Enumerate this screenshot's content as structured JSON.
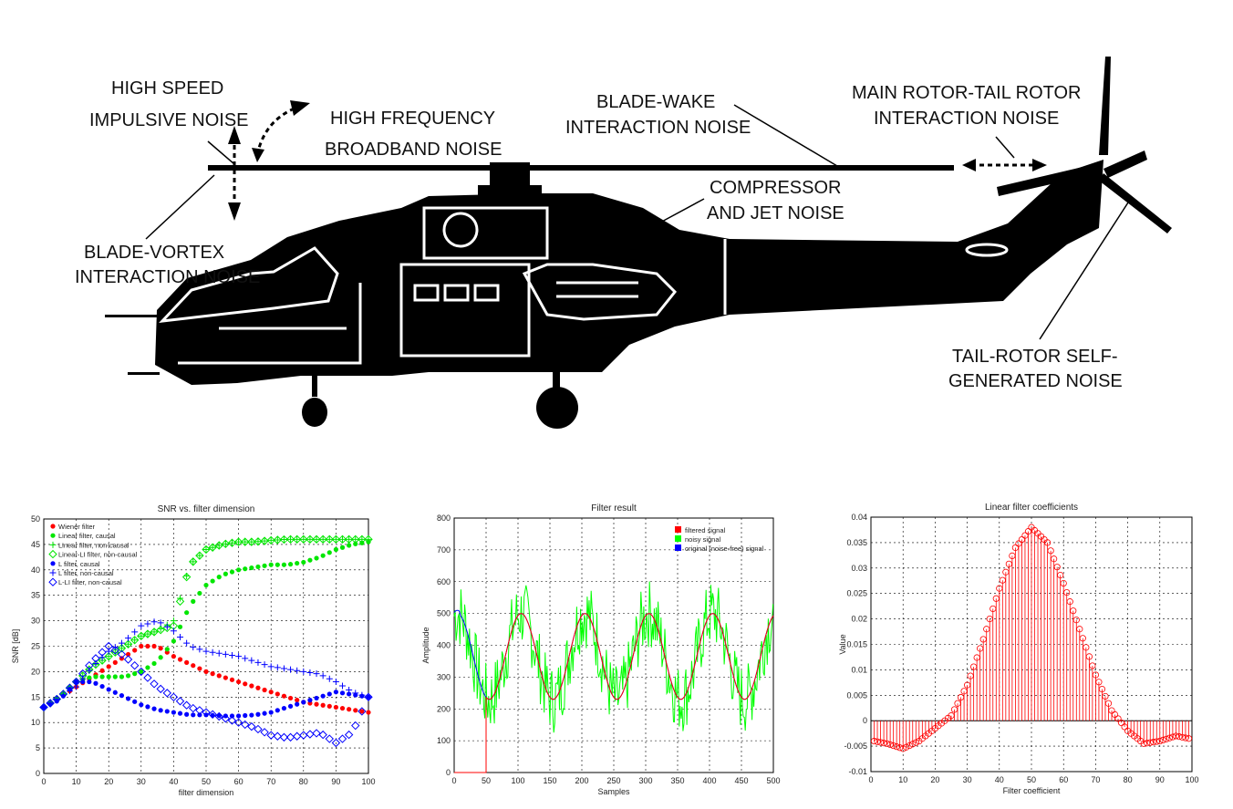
{
  "diagram": {
    "labels": {
      "high_speed_1": "HIGH SPEED",
      "high_speed_2": "IMPULSIVE NOISE",
      "high_freq_1": "HIGH FREQUENCY",
      "high_freq_2": "BROADBAND NOISE",
      "blade_wake_1": "BLADE-WAKE",
      "blade_wake_2": "INTERACTION NOISE",
      "main_tail_1": "MAIN ROTOR-TAIL ROTOR",
      "main_tail_2": "INTERACTION NOISE",
      "compressor_1": "COMPRESSOR",
      "compressor_2": "AND JET NOISE",
      "bvi_1": "BLADE-VORTEX",
      "bvi_2": "INTERACTION NOISE",
      "tail_rotor_1": "TAIL-ROTOR SELF-",
      "tail_rotor_2": "GENERATED NOISE"
    }
  },
  "chart_data": [
    {
      "type": "scatter",
      "title": "SNR vs. filter dimension",
      "xlabel": "filter dimension",
      "ylabel": "SNR [dB]",
      "xlim": [
        0,
        100
      ],
      "ylim": [
        0,
        50
      ],
      "xticks": [
        0,
        10,
        20,
        30,
        40,
        50,
        60,
        70,
        80,
        90,
        100
      ],
      "yticks": [
        0,
        5,
        10,
        15,
        20,
        25,
        30,
        35,
        40,
        45,
        50
      ],
      "grid": true,
      "legend_position": "top-left",
      "series": [
        {
          "name": "Wiener filter",
          "color": "#ff0000",
          "marker": "dot",
          "x": [
            0,
            5,
            10,
            15,
            20,
            25,
            30,
            35,
            40,
            45,
            50,
            55,
            60,
            65,
            70,
            75,
            80,
            85,
            90,
            95,
            100
          ],
          "y": [
            13,
            15,
            17,
            19,
            21,
            23,
            25,
            25,
            23,
            21.5,
            20,
            19,
            18,
            17,
            16,
            15,
            14,
            13.5,
            13,
            12.5,
            12
          ]
        },
        {
          "name": "Linear filter, causal",
          "color": "#00e600",
          "marker": "dot",
          "x": [
            0,
            5,
            10,
            15,
            20,
            25,
            30,
            35,
            40,
            45,
            50,
            55,
            60,
            65,
            70,
            75,
            80,
            85,
            90,
            95,
            100
          ],
          "y": [
            13,
            15,
            18,
            19,
            19,
            19,
            20,
            22,
            26,
            33,
            37,
            39,
            40,
            40.5,
            41,
            41,
            41.5,
            42.5,
            44,
            45,
            45.5
          ]
        },
        {
          "name": "Linear filter, non-causal",
          "color": "#00e600",
          "marker": "plus",
          "x": [
            0,
            5,
            10,
            15,
            20,
            25,
            30,
            35,
            40,
            45,
            50,
            55,
            60,
            65,
            70,
            75,
            80,
            85,
            90,
            95,
            100
          ],
          "y": [
            13,
            15,
            18,
            21,
            23,
            25,
            27,
            28,
            30,
            41,
            44,
            45,
            45.5,
            45.5,
            45.8,
            46,
            46,
            46,
            46,
            46,
            46
          ]
        },
        {
          "name": "Linear-LI filter, non-causal",
          "color": "#00e600",
          "marker": "diamond",
          "x": [
            0,
            5,
            10,
            15,
            20,
            25,
            30,
            35,
            40,
            45,
            50,
            55,
            60,
            65,
            70,
            75,
            80,
            85,
            90,
            95,
            100
          ],
          "y": [
            13,
            15,
            18,
            21,
            23,
            25,
            27,
            28,
            29,
            41,
            44,
            45,
            45.5,
            45.5,
            45.8,
            46,
            46,
            46,
            46,
            46,
            46
          ]
        },
        {
          "name": "L filter, causal",
          "color": "#0000ff",
          "marker": "dot",
          "x": [
            0,
            5,
            10,
            15,
            20,
            25,
            30,
            35,
            40,
            45,
            50,
            55,
            60,
            65,
            70,
            75,
            80,
            85,
            90,
            95,
            100
          ],
          "y": [
            13,
            14.5,
            18,
            18,
            16.5,
            15,
            13.5,
            12.5,
            12,
            11.5,
            11.5,
            11.3,
            11.3,
            11.5,
            12,
            13,
            14,
            15,
            16,
            15.5,
            15
          ]
        },
        {
          "name": "L filter, non-causal",
          "color": "#0000ff",
          "marker": "plus",
          "x": [
            0,
            5,
            10,
            15,
            20,
            25,
            30,
            35,
            40,
            45,
            50,
            55,
            60,
            65,
            70,
            75,
            80,
            85,
            90,
            95,
            100
          ],
          "y": [
            13,
            15,
            17,
            21,
            24,
            26,
            29,
            30,
            28,
            25,
            24,
            23.5,
            23,
            22,
            21,
            20.5,
            20,
            19.5,
            18,
            16,
            15
          ]
        },
        {
          "name": "L-LI filter, non-causal",
          "color": "#0000ff",
          "marker": "diamond",
          "x": [
            0,
            5,
            10,
            15,
            20,
            25,
            30,
            35,
            40,
            45,
            50,
            55,
            60,
            65,
            70,
            75,
            80,
            85,
            90,
            95,
            100
          ],
          "y": [
            13,
            15,
            18,
            22,
            25,
            23,
            20,
            17,
            15,
            13,
            12,
            11,
            10,
            9,
            7.5,
            7,
            7.5,
            8,
            6,
            8,
            15
          ]
        }
      ]
    },
    {
      "type": "line",
      "title": "Filter result",
      "xlabel": "Samples",
      "ylabel": "Amplitude",
      "xlim": [
        0,
        500
      ],
      "ylim": [
        0,
        800
      ],
      "xticks": [
        0,
        50,
        100,
        150,
        200,
        250,
        300,
        350,
        400,
        450,
        500
      ],
      "yticks": [
        0,
        100,
        200,
        300,
        400,
        500,
        600,
        700,
        800
      ],
      "grid": true,
      "legend_position": "top-right",
      "series": [
        {
          "name": "filtered signal",
          "color": "#ff0000",
          "x_start": 50,
          "x_end": 500,
          "mean": 365,
          "amp": 135,
          "period": 100,
          "phase_x": 105
        },
        {
          "name": "noisy signal",
          "color": "#00ff00",
          "x_start": 0,
          "x_end": 500,
          "mean": 365,
          "amp": 135,
          "period": 100,
          "phase_x": 105,
          "noise": 110
        },
        {
          "name": "original (noise-free) signal",
          "color": "#0000ff",
          "x_start": 0,
          "x_end": 500,
          "mean": 365,
          "amp": 135,
          "period": 100,
          "phase_x": 105
        }
      ]
    },
    {
      "type": "scatter",
      "title": "Linear filter coefficients",
      "xlabel": "Filter coefficient",
      "ylabel": "Value",
      "xlim": [
        0,
        100
      ],
      "ylim": [
        -0.01,
        0.04
      ],
      "xticks": [
        0,
        10,
        20,
        30,
        40,
        50,
        60,
        70,
        80,
        90,
        100
      ],
      "yticks": [
        "-0.01",
        "-0.005",
        "0",
        "0.005",
        "0.01",
        "0.015",
        "0.02",
        "0.025",
        "0.03",
        "0.035",
        "0.04"
      ],
      "grid": true,
      "series": [
        {
          "name": "",
          "color": "#ff0000",
          "marker": "stem-circle",
          "x": [
            1,
            5,
            10,
            15,
            20,
            25,
            30,
            35,
            40,
            45,
            50,
            55,
            60,
            65,
            70,
            75,
            80,
            85,
            90,
            95,
            99
          ],
          "y": [
            -0.004,
            -0.0045,
            -0.0055,
            -0.004,
            -0.0015,
            0.001,
            0.007,
            0.016,
            0.026,
            0.034,
            0.038,
            0.035,
            0.027,
            0.018,
            0.009,
            0.002,
            -0.002,
            -0.0045,
            -0.004,
            -0.003,
            -0.0035
          ]
        }
      ]
    }
  ]
}
